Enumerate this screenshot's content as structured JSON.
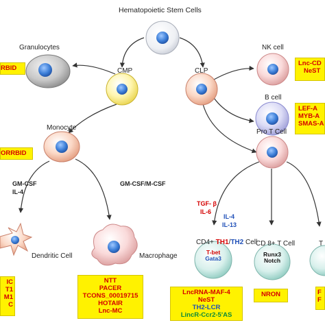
{
  "title": "Hematopoietic Stem Cells",
  "cells": {
    "granulocytes": "Granulocytes",
    "cmp": "CMP",
    "clp": "CLP",
    "nk": "NK cell",
    "b": "B cell",
    "monocyte": "Monocyte",
    "pro_t": "Pro T Cell",
    "dendritic": "Dendritic Cell",
    "macrophage": "Macrophage",
    "cd4_prefix": "CD4+",
    "cd4_th1": "TH1",
    "cd4_slash": "/",
    "cd4_th2": "TH2",
    "cd4_suffix": "Cell",
    "cd8": "CD 8+ T Cell",
    "t_partial": "T"
  },
  "cytokines": {
    "gm_csf": "GM-CSF",
    "il4_left": "IL-4",
    "gm_m_csf": "GM-CSF/M-CSF",
    "tgf_b": "TGF- β",
    "il6": "IL-6",
    "il4": "IL-4",
    "il13": "IL-13"
  },
  "transcription_factors": {
    "tbet": "T-bet",
    "gata3": "Gata3",
    "runx3": "Runx3",
    "notch": "Notch"
  },
  "lncrna_boxes": {
    "granulocytes": "RBID",
    "monocyte": "ORRBID",
    "nk": [
      "Lnc-CD",
      "NeST"
    ],
    "b": [
      "LEF-A",
      "MYB-A",
      "SMAS-A"
    ],
    "dendritic": [
      "IC",
      "T1",
      "M1",
      "C"
    ],
    "macrophage": [
      "NTT",
      "PACER",
      "TCONS_00019715",
      "HOTAIR",
      "Lnc-MC"
    ],
    "cd4": [
      "LncRNA-MAF-4",
      "NeST",
      "TH2-LCR",
      "LincR-Ccr2-5'AS"
    ],
    "cd8": "NRON",
    "t_partial": [
      "F",
      "F"
    ]
  },
  "colors": {
    "box_fill": "#fff200",
    "box_text_red": "#d40000",
    "box_text_blue": "#1f4fb8",
    "box_text_green": "#0b8a3a",
    "cytokine_red": "#d40000",
    "cytokine_blue": "#1f4fb8"
  }
}
